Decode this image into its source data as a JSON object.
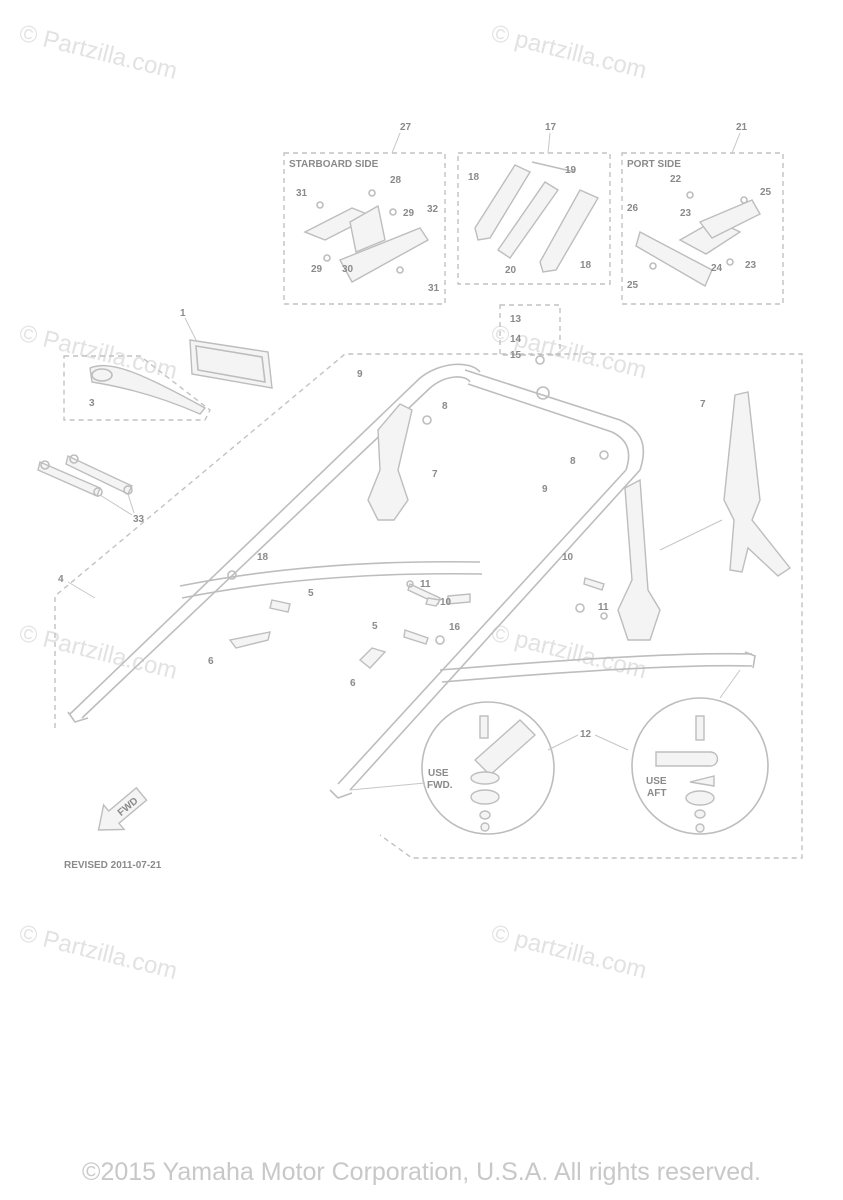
{
  "watermarks": [
    "© Partzilla.com",
    "© partzilla.com",
    "© Partzilla.com",
    "© partzilla.com",
    "© Partzilla.com",
    "© partzilla.com",
    "© Partzilla.com",
    "© partzilla.com"
  ],
  "boxes": {
    "starboard_title": "STARBOARD SIDE",
    "port_title": "PORT SIDE"
  },
  "callouts": [
    "27",
    "17",
    "21",
    "31",
    "28",
    "29",
    "32",
    "29",
    "30",
    "31",
    "18",
    "19",
    "20",
    "18",
    "22",
    "25",
    "26",
    "23",
    "24",
    "23",
    "25",
    "1",
    "3",
    "13",
    "14",
    "15",
    "9",
    "8",
    "7",
    "7",
    "8",
    "9",
    "33",
    "4",
    "18",
    "5",
    "6",
    "11",
    "10",
    "11",
    "10",
    "5",
    "16",
    "6",
    "12"
  ],
  "insets": {
    "fwd_use": "USE",
    "fwd_dir": "FWD.",
    "aft_use": "USE",
    "aft_dir": "AFT"
  },
  "fwd_arrow_label": "FWD",
  "revised": "REVISED 2011-07-21",
  "copyright": "©2015 Yamaha Motor Corporation, U.S.A. All rights reserved."
}
